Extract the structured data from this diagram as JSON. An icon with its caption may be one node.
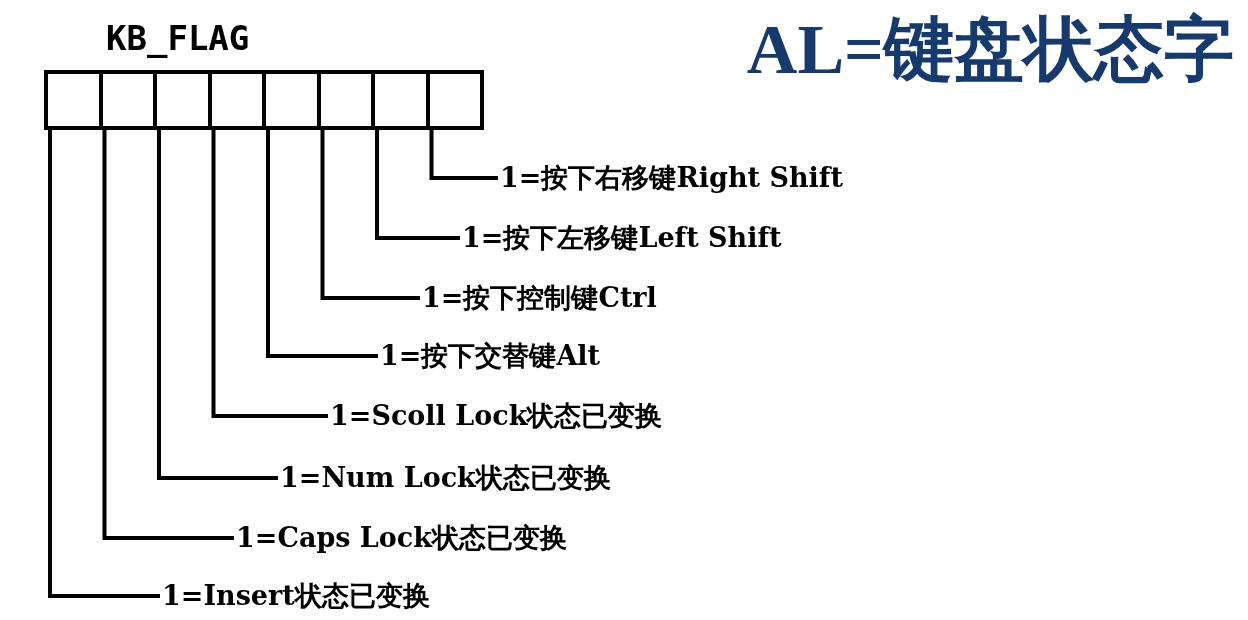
{
  "diagram": {
    "title": "AL=键盘状态字",
    "nodes": [
      {
        "text": [
          "KB_FLAG"
        ]
      },
      {
        "text": [],
        "shape": "box",
        "in": 0
      },
      {
        "text": [],
        "shape": "box",
        "in": 0
      },
      {
        "text": [],
        "shape": "box",
        "in": 0
      },
      {
        "text": [],
        "shape": "box",
        "in": 0
      },
      {
        "text": [],
        "shape": "box",
        "in": 0
      },
      {
        "text": [],
        "shape": "box",
        "in": 0
      },
      {
        "text": [],
        "shape": "box",
        "in": 0
      },
      {
        "text": [],
        "shape": "box",
        "in": 0
      },
      {
        "text": [
          "1=按下右移键Right Shift"
        ]
      },
      {
        "text": [
          "1=按下左移键Left Shift"
        ]
      },
      {
        "text": [
          "1=按下控制键Ctrl"
        ]
      },
      {
        "text": [
          "1=按下交替键Alt"
        ]
      },
      {
        "text": [
          "1=Scoll Lock状态已变换"
        ]
      },
      {
        "text": [
          "1=Num Lock状态已变换"
        ]
      },
      {
        "text": [
          "1=Caps Lock状态已变换"
        ]
      },
      {
        "text": [
          "1=Insert状态已变换"
        ]
      }
    ],
    "edges": [
      {
        "from": 8,
        "to": 9,
        "arrow": "none"
      },
      {
        "from": 7,
        "to": 10,
        "arrow": "none"
      },
      {
        "from": 6,
        "to": 11,
        "arrow": "none"
      },
      {
        "from": 5,
        "to": 12,
        "arrow": "none"
      },
      {
        "from": 4,
        "to": 13,
        "arrow": "none"
      },
      {
        "from": 3,
        "to": 14,
        "arrow": "none"
      },
      {
        "from": 2,
        "to": 15,
        "arrow": "none"
      },
      {
        "from": 1,
        "to": 16,
        "arrow": "none"
      }
    ]
  }
}
